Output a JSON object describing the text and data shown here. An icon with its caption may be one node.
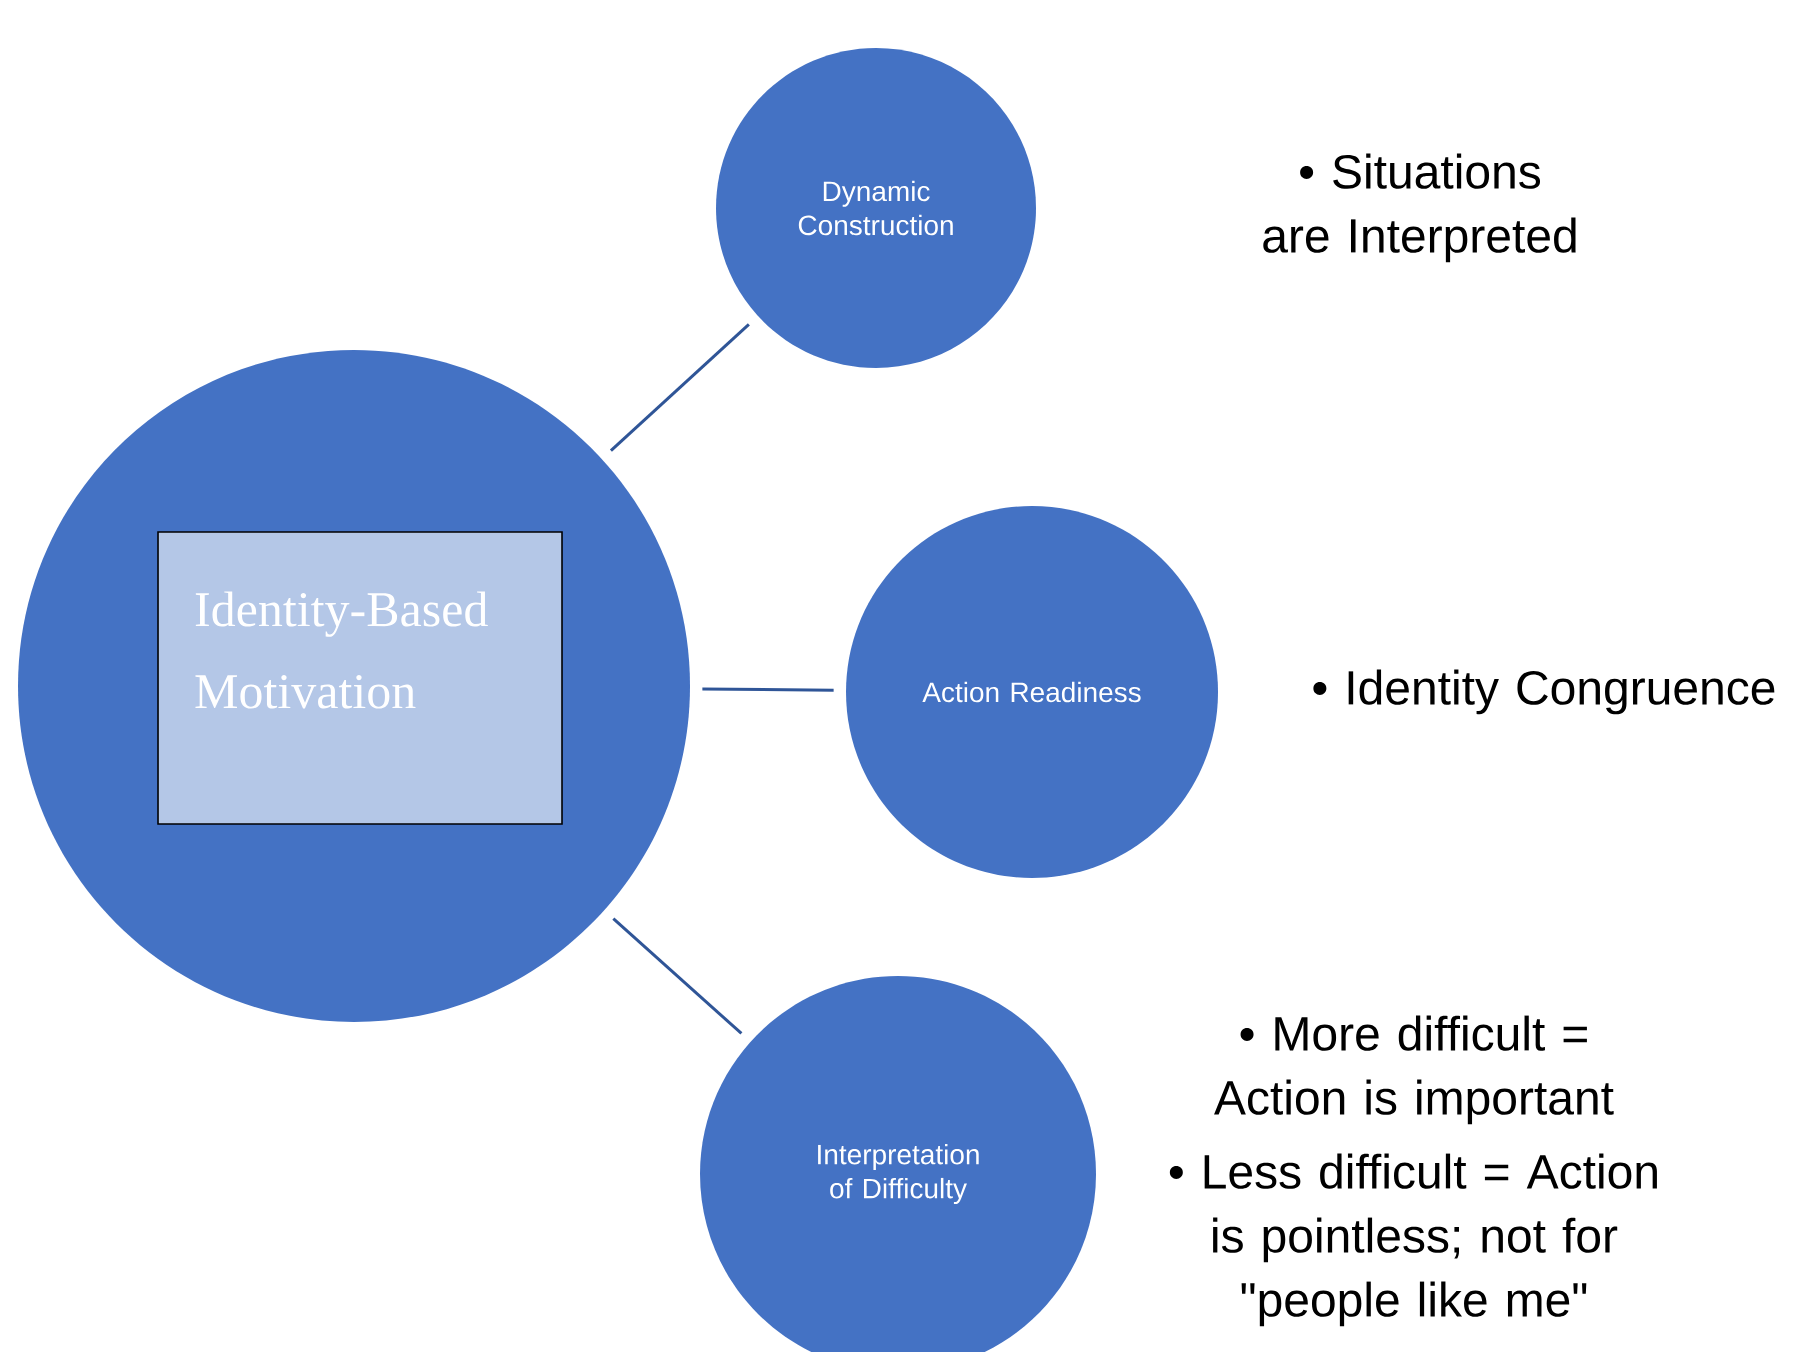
{
  "diagram": {
    "nodes": [
      {
        "text": [],
        "shape": "circle"
      },
      {
        "text": [
          "Identity-Based Motivation"
        ],
        "in": 0
      },
      {
        "text": [
          "Dynamic Construction"
        ]
      },
      {
        "text": [
          "Action Readiness"
        ]
      },
      {
        "text": [
          "Interpretation of Difficulty"
        ]
      }
    ],
    "edges": [
      {
        "from": 0,
        "to": 2,
        "arrow": "none"
      },
      {
        "from": 0,
        "to": 3,
        "arrow": "none"
      },
      {
        "from": 0,
        "to": 4,
        "arrow": "none"
      }
    ],
    "labels": [
      "• Situations are Interpreted",
      "• Identity Congruence",
      "• More difficult = Action is important",
      "• Less difficult = Action is pointless; not for \"people like me\""
    ]
  }
}
